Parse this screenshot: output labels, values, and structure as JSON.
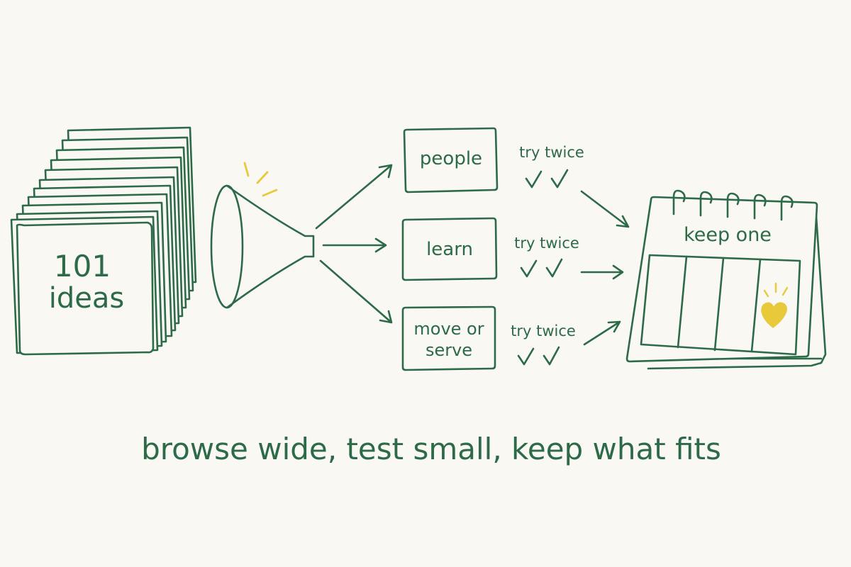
{
  "diagram": {
    "colors": {
      "ink": "#2d6a48",
      "accent": "#e7c93a",
      "background": "#f9f8f2"
    },
    "stack": {
      "line1": "101",
      "line2": "ideas"
    },
    "options": [
      {
        "line1": "people",
        "line2": "",
        "note": "try twice"
      },
      {
        "line1": "learn",
        "line2": "",
        "note": "try twice"
      },
      {
        "line1": "move or",
        "line2": "serve",
        "note": "try twice"
      }
    ],
    "calendar": {
      "label": "keep one",
      "highlight_icon": "heart-icon"
    },
    "caption": "browse wide, test small, keep what fits"
  }
}
